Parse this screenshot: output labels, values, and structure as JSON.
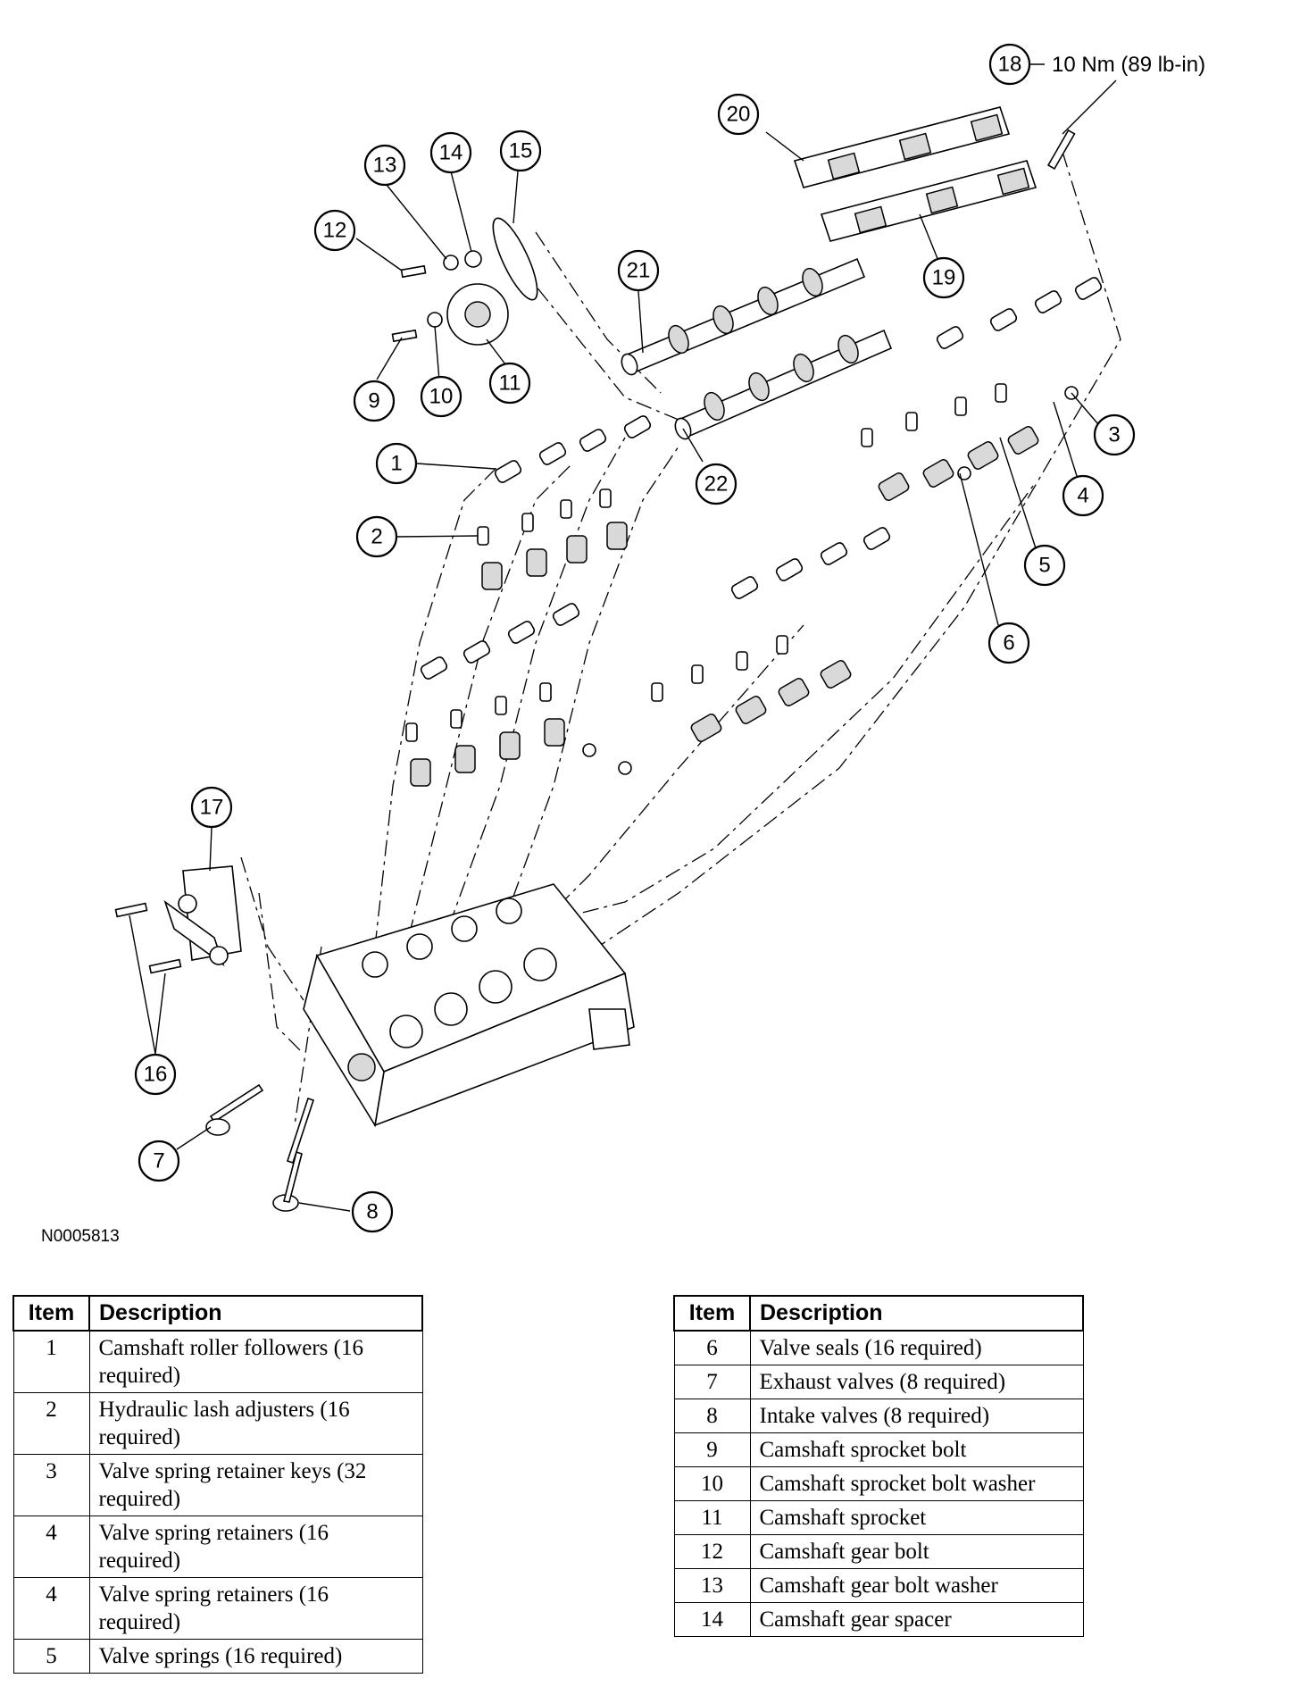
{
  "diagram": {
    "torque_spec": "10 Nm (89 lb-in)",
    "figure_id": "N0005813",
    "callouts": [
      "1",
      "2",
      "3",
      "4",
      "5",
      "6",
      "7",
      "8",
      "9",
      "10",
      "11",
      "12",
      "13",
      "14",
      "15",
      "16",
      "17",
      "18",
      "19",
      "20",
      "21",
      "22"
    ]
  },
  "table_left": {
    "header_item": "Item",
    "header_desc": "Description",
    "rows": [
      {
        "item": "1",
        "desc": "Camshaft roller followers (16 required)"
      },
      {
        "item": "2",
        "desc": "Hydraulic lash adjusters (16 required)"
      },
      {
        "item": "3",
        "desc": "Valve spring retainer keys (32 required)"
      },
      {
        "item": "4",
        "desc": "Valve spring retainers (16 required)"
      },
      {
        "item": "4",
        "desc": "Valve spring retainers (16 required)"
      },
      {
        "item": "5",
        "desc": "Valve springs (16 required)"
      }
    ]
  },
  "table_right": {
    "header_item": "Item",
    "header_desc": "Description",
    "rows": [
      {
        "item": "6",
        "desc": "Valve seals (16 required)"
      },
      {
        "item": "7",
        "desc": "Exhaust valves (8 required)"
      },
      {
        "item": "8",
        "desc": "Intake valves (8 required)"
      },
      {
        "item": "9",
        "desc": "Camshaft sprocket bolt"
      },
      {
        "item": "10",
        "desc": "Camshaft sprocket bolt washer"
      },
      {
        "item": "11",
        "desc": "Camshaft sprocket"
      },
      {
        "item": "12",
        "desc": "Camshaft gear bolt"
      },
      {
        "item": "13",
        "desc": "Camshaft gear bolt washer"
      },
      {
        "item": "14",
        "desc": "Camshaft gear spacer"
      }
    ]
  }
}
